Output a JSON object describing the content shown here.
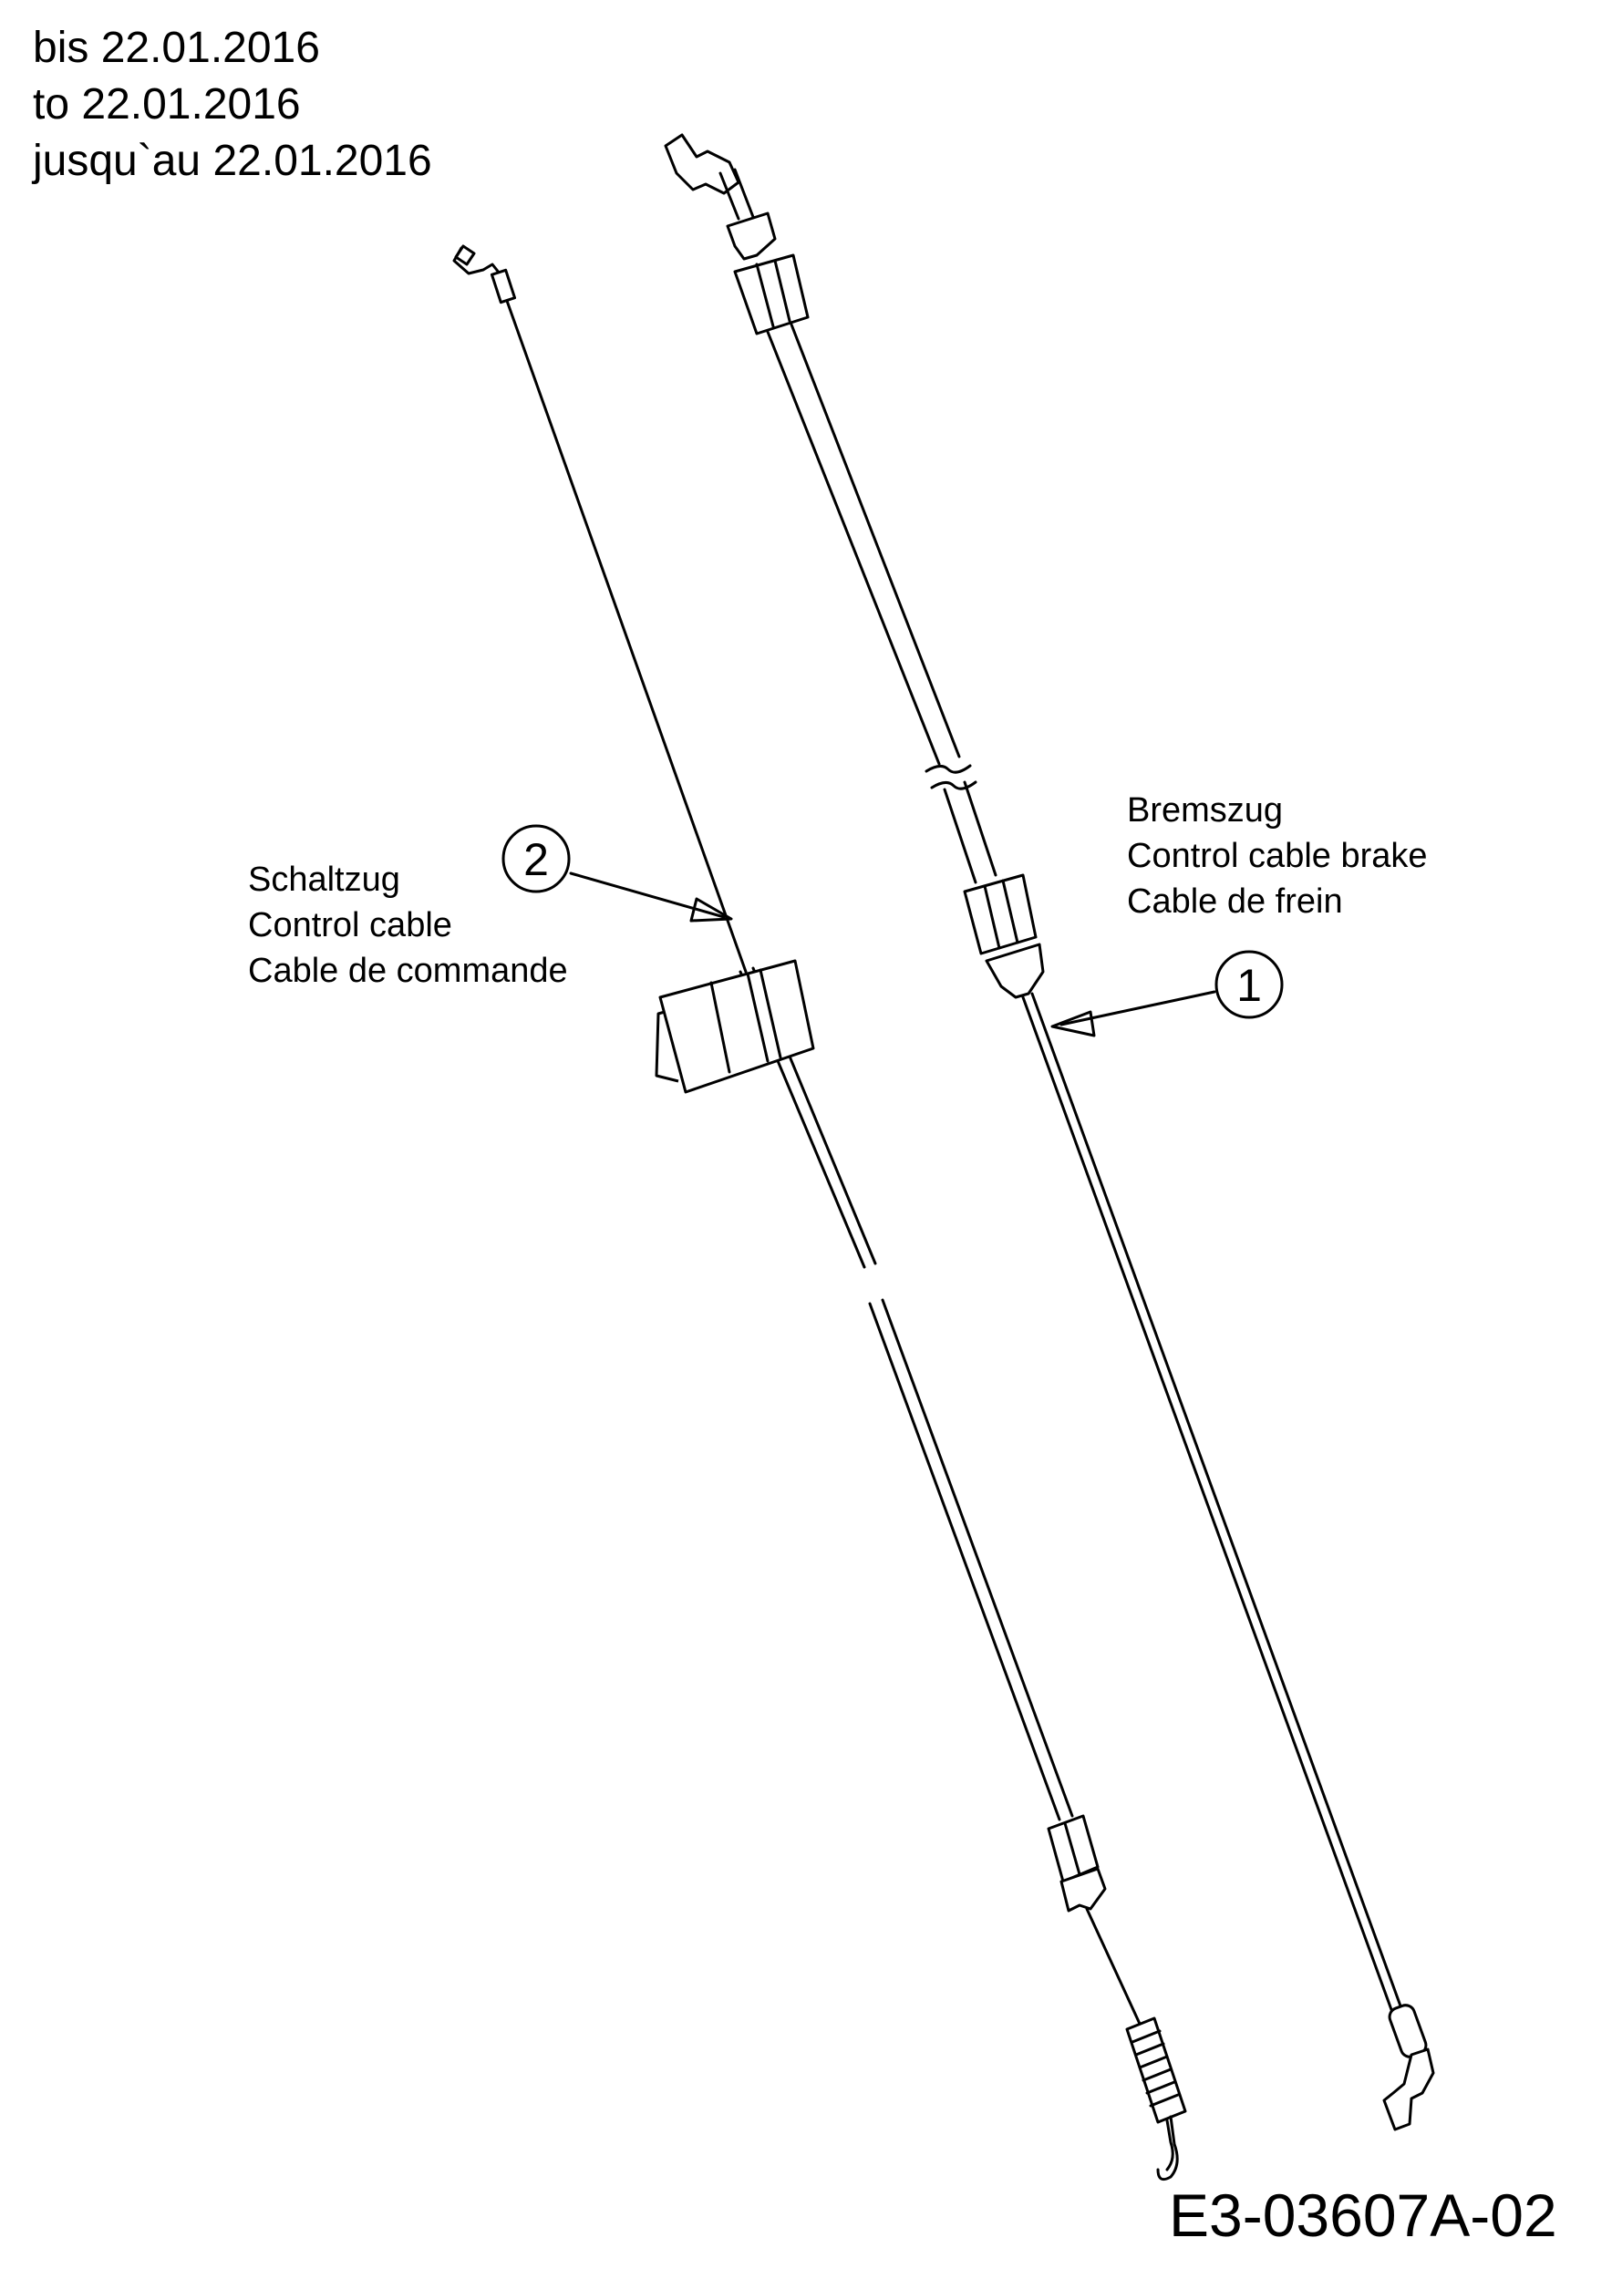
{
  "validity": {
    "line_de": "bis 22.01.2016",
    "line_en": "to 22.01.2016",
    "line_fr": "jusqu`au 22.01.2016"
  },
  "parts": [
    {
      "number": "1",
      "label_de": "Bremszug",
      "label_en": "Control cable brake",
      "label_fr": "Cable de frein"
    },
    {
      "number": "2",
      "label_de": "Schaltzug",
      "label_en": "Control cable",
      "label_fr": "Cable de commande"
    }
  ],
  "drawing_code": "E3-03607A-02"
}
